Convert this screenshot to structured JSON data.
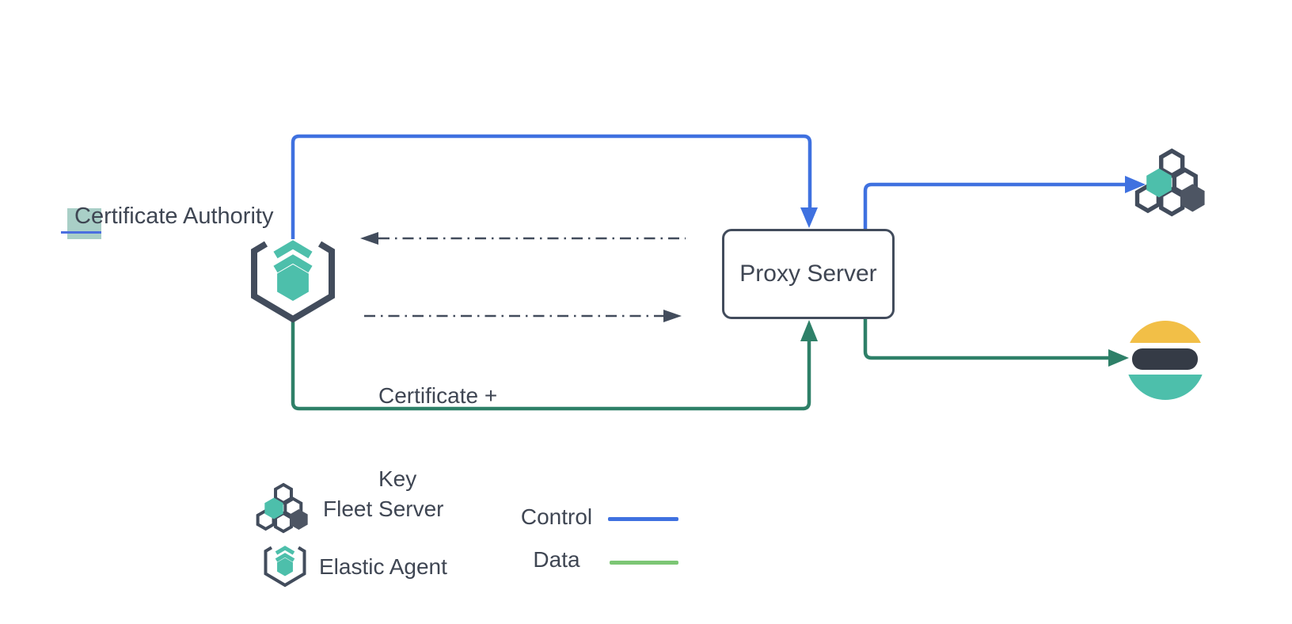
{
  "diagram": {
    "nodes": {
      "certificate_authority": {
        "selected_text": "C",
        "remaining_text": "ertificate Authority"
      },
      "proxy_server": {
        "label": "Proxy Server"
      },
      "fleet_server": {
        "icon": "fleet-server-icon"
      },
      "elasticsearch": {
        "icon": "elasticsearch-logo"
      },
      "elastic_agent": {
        "icon": "elastic-agent-icon"
      }
    },
    "edge_labels": {
      "certificate_key_line1": "Certificate +",
      "certificate_key_line2": "Key"
    },
    "legend": {
      "fleet_server_label": "Fleet Server",
      "elastic_agent_label": "Elastic Agent",
      "control_label": "Control",
      "data_label": "Data"
    },
    "colors": {
      "control_blue": "#3f71e0",
      "data_green": "#2e8068",
      "legend_data_green": "#7cc674",
      "outline_slate": "#424c5c",
      "teal": "#4dbfab",
      "elastic_yellow": "#f2bf47",
      "elastic_ink": "#353b46",
      "fleet_dark_hex": "#4d5563",
      "selection_highlight": "#a9cfc7",
      "text_cursor_blue": "#4b6fe0",
      "text": "#3f4653"
    }
  }
}
